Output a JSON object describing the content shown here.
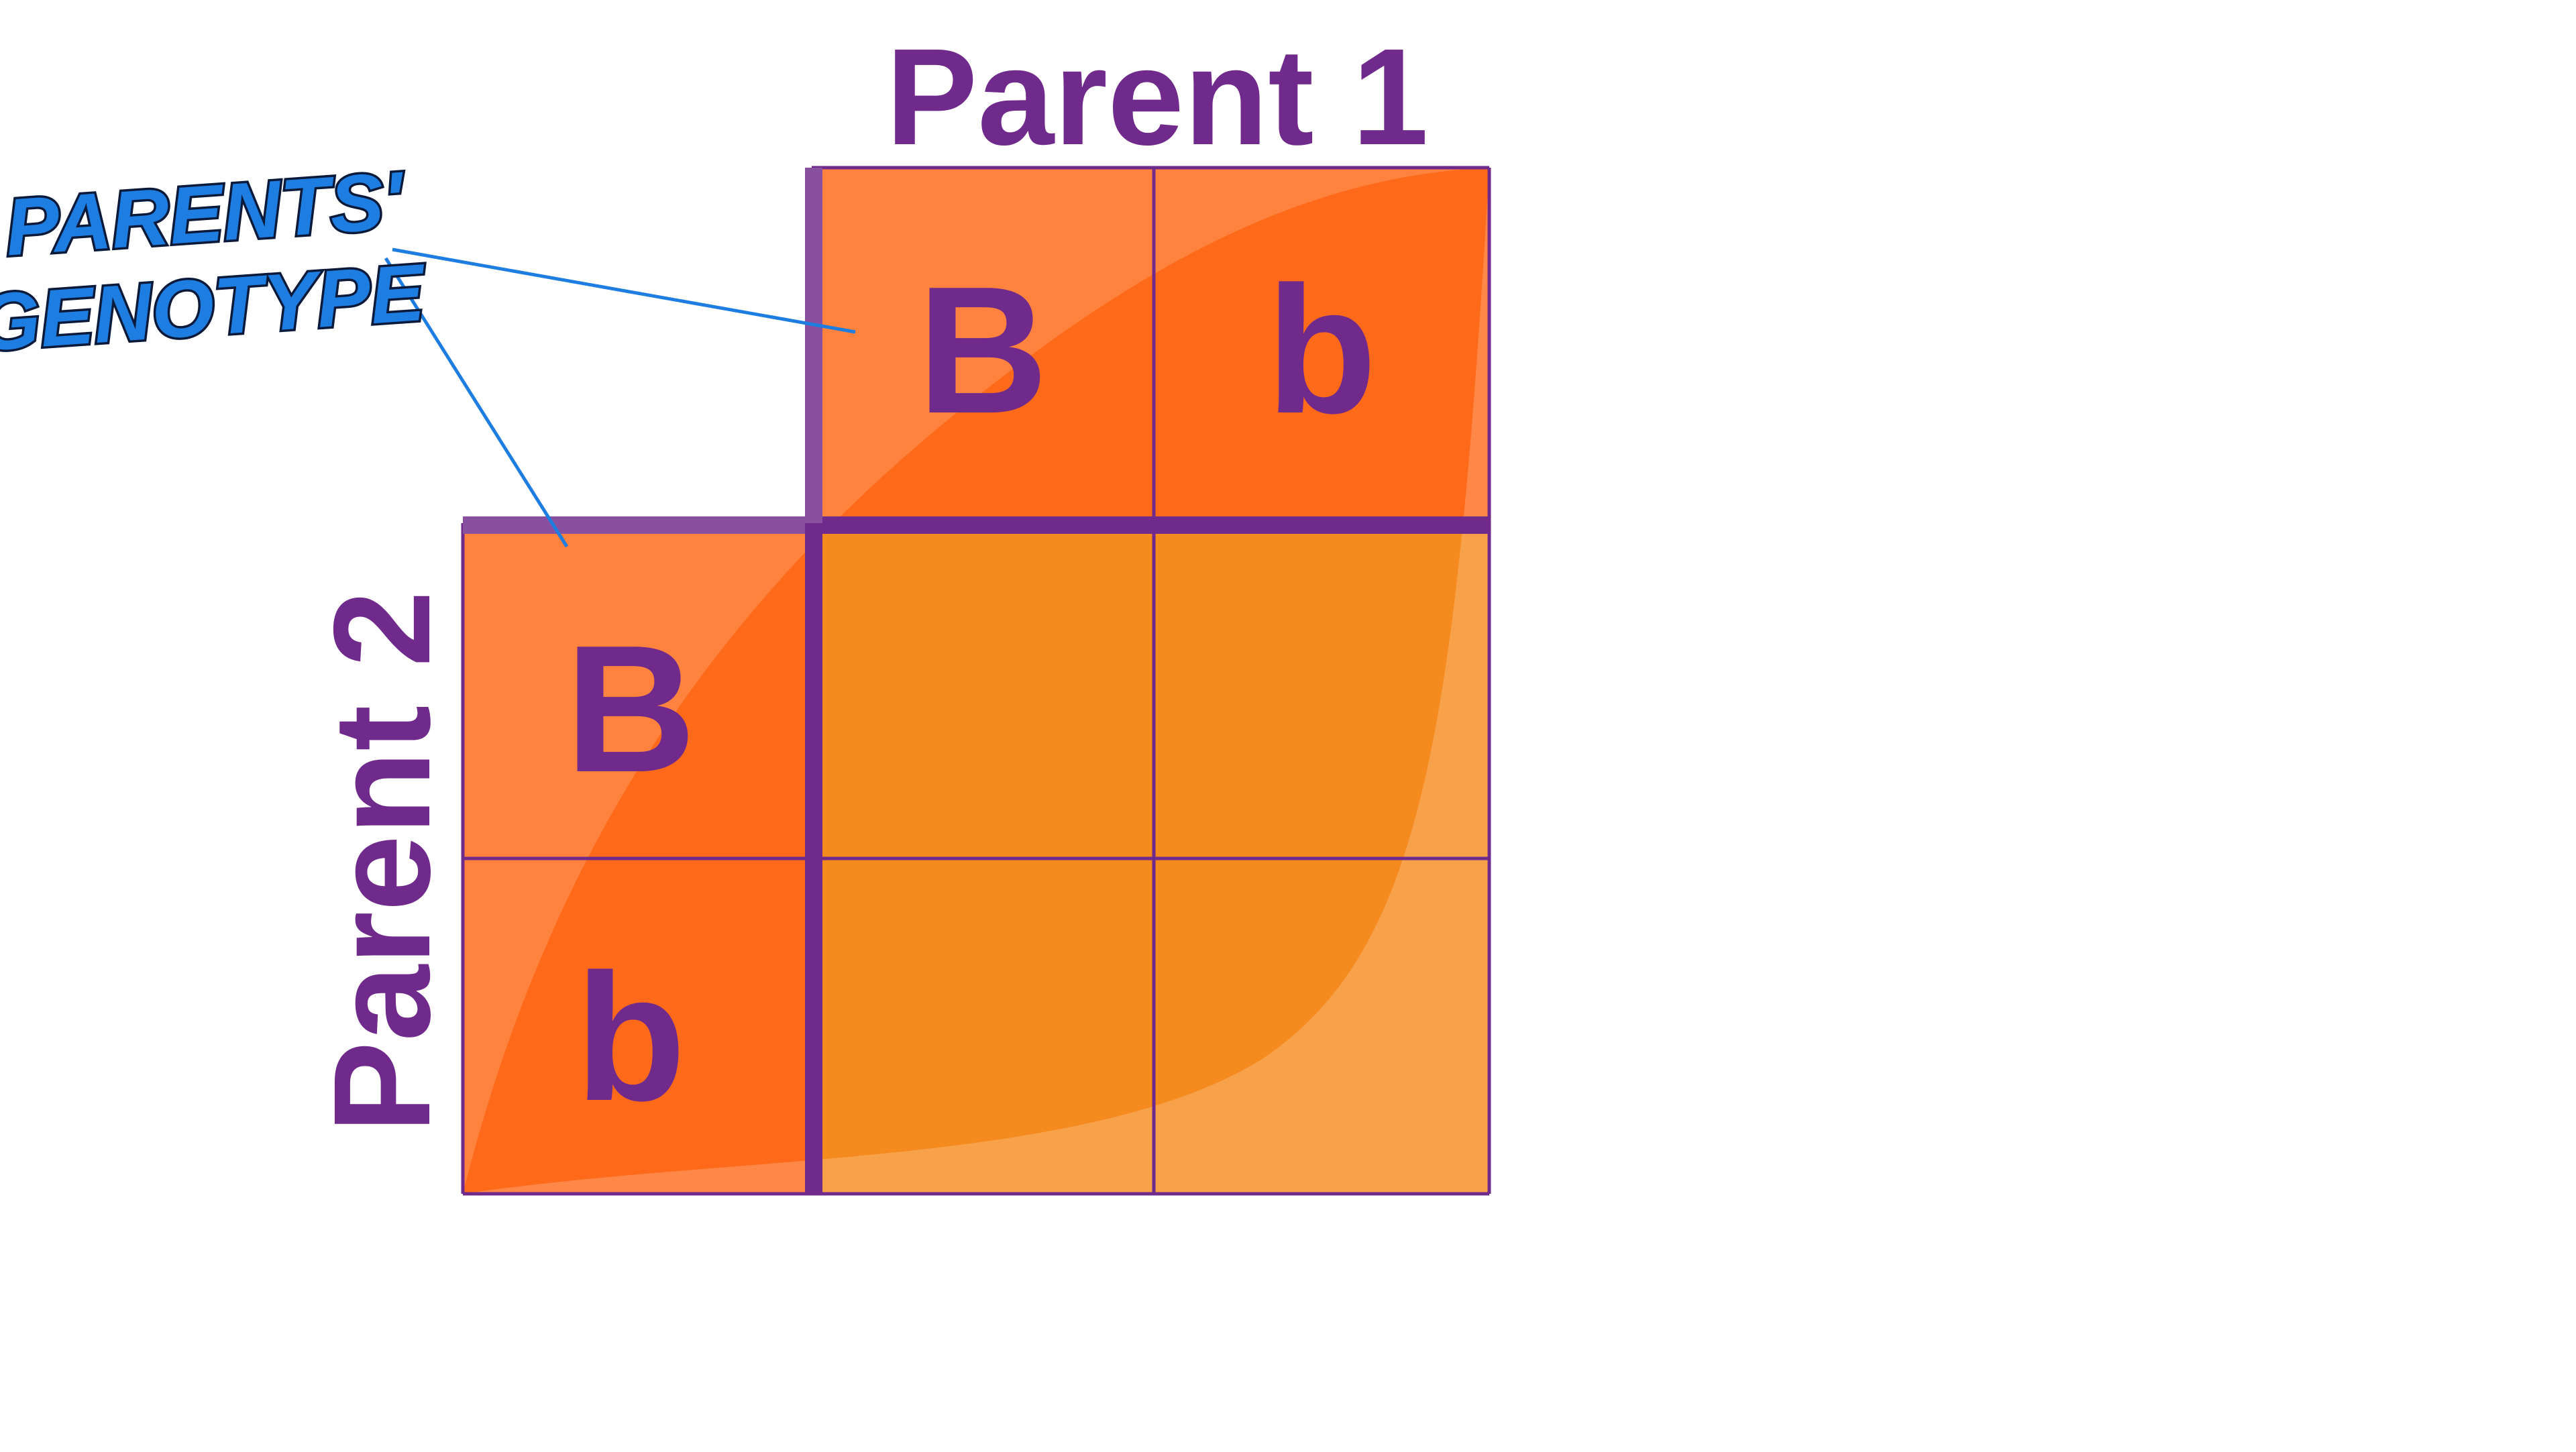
{
  "diagram": {
    "parent_top_label": "Parent 1",
    "parent_side_label": "Parent 2",
    "callout_label_line1": "PARENTS'",
    "callout_label_line2": "GENOTYPE",
    "parent1_alleles": [
      "B",
      "b"
    ],
    "parent2_alleles": [
      "B",
      "b"
    ],
    "offspring_cells": [
      "",
      "",
      "",
      ""
    ]
  },
  "colors": {
    "grid_line": "#6f2a8c",
    "header_cell": "#ff6a1a",
    "offspring_cell": "#f58a1f",
    "label_text": "#6f2a8c",
    "callout_text": "#1e7de0",
    "callout_line": "#1e7de0"
  }
}
